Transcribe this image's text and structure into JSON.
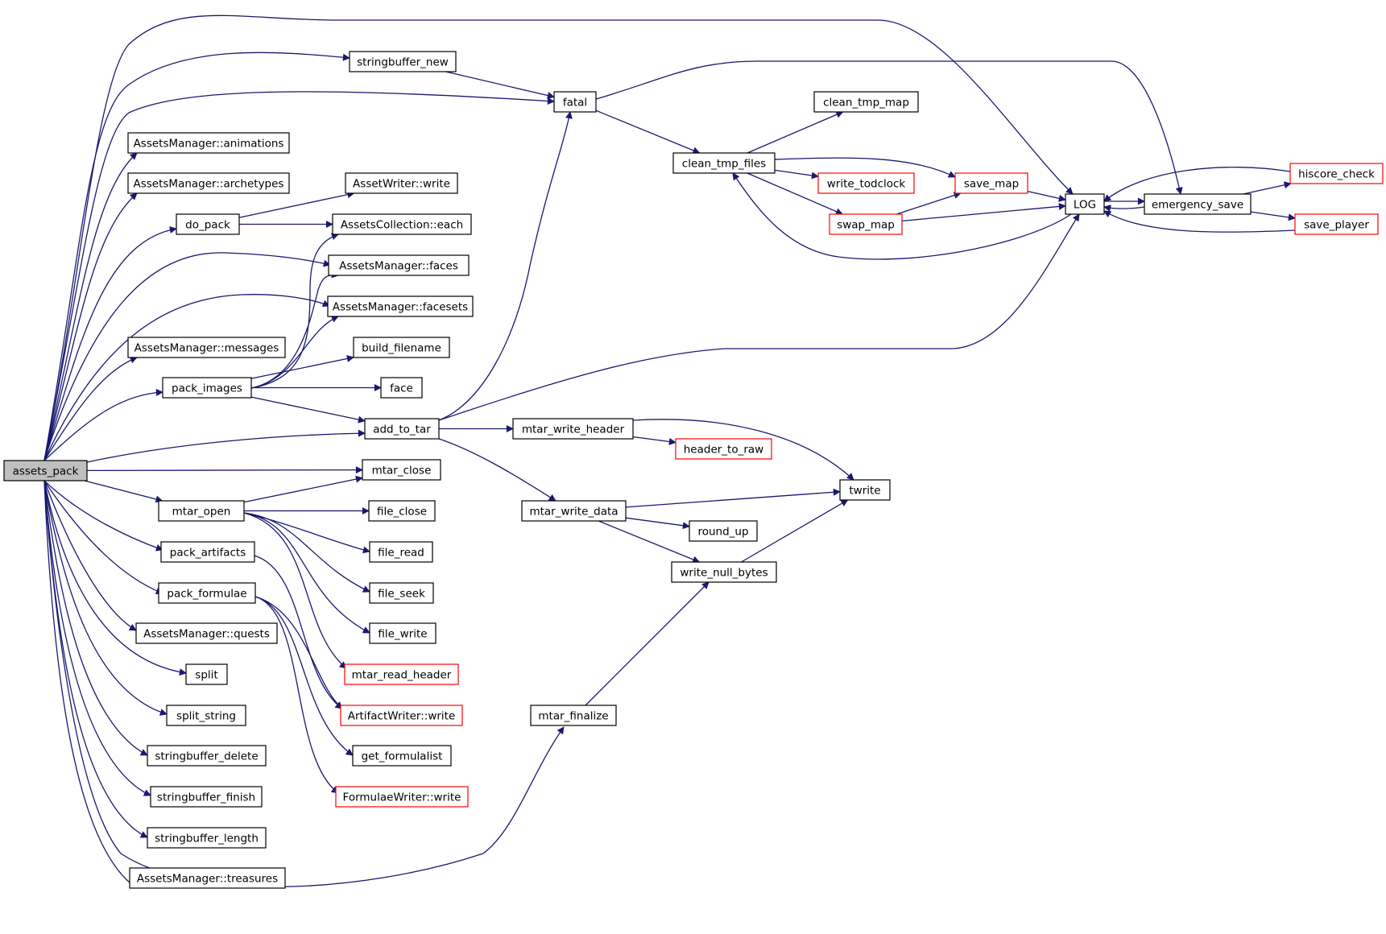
{
  "colors": {
    "edge": "#191970",
    "node_border": "#000000",
    "node_border_incomplete": "#ff0000",
    "root_fill": "#bfbfbf",
    "node_fill": "#ffffff"
  },
  "nodes": [
    {
      "id": "assets_pack",
      "label": "assets_pack",
      "root": true
    },
    {
      "id": "stringbuffer_new",
      "label": "stringbuffer_new"
    },
    {
      "id": "fatal",
      "label": "fatal"
    },
    {
      "id": "clean_tmp_map",
      "label": "clean_tmp_map"
    },
    {
      "id": "clean_tmp_files",
      "label": "clean_tmp_files"
    },
    {
      "id": "write_todclock",
      "label": "write_todclock",
      "incomplete": true
    },
    {
      "id": "save_map",
      "label": "save_map",
      "incomplete": true
    },
    {
      "id": "swap_map",
      "label": "swap_map",
      "incomplete": true
    },
    {
      "id": "LOG",
      "label": "LOG"
    },
    {
      "id": "emergency_save",
      "label": "emergency_save"
    },
    {
      "id": "hiscore_check",
      "label": "hiscore_check",
      "incomplete": true
    },
    {
      "id": "save_player",
      "label": "save_player",
      "incomplete": true
    },
    {
      "id": "am_animations",
      "label": "AssetsManager::animations"
    },
    {
      "id": "am_archetypes",
      "label": "AssetsManager::archetypes"
    },
    {
      "id": "do_pack",
      "label": "do_pack"
    },
    {
      "id": "assetwriter_write",
      "label": "AssetWriter::write"
    },
    {
      "id": "ac_each",
      "label": "AssetsCollection::each"
    },
    {
      "id": "am_faces",
      "label": "AssetsManager::faces"
    },
    {
      "id": "am_facesets",
      "label": "AssetsManager::facesets"
    },
    {
      "id": "am_messages",
      "label": "AssetsManager::messages"
    },
    {
      "id": "build_filename",
      "label": "build_filename"
    },
    {
      "id": "pack_images",
      "label": "pack_images"
    },
    {
      "id": "face",
      "label": "face"
    },
    {
      "id": "add_to_tar",
      "label": "add_to_tar"
    },
    {
      "id": "mtar_write_header",
      "label": "mtar_write_header"
    },
    {
      "id": "header_to_raw",
      "label": "header_to_raw",
      "incomplete": true
    },
    {
      "id": "mtar_close",
      "label": "mtar_close"
    },
    {
      "id": "twrite",
      "label": "twrite"
    },
    {
      "id": "mtar_open",
      "label": "mtar_open"
    },
    {
      "id": "mtar_write_data",
      "label": "mtar_write_data"
    },
    {
      "id": "file_close",
      "label": "file_close"
    },
    {
      "id": "round_up",
      "label": "round_up"
    },
    {
      "id": "pack_artifacts",
      "label": "pack_artifacts"
    },
    {
      "id": "file_read",
      "label": "file_read"
    },
    {
      "id": "write_null_bytes",
      "label": "write_null_bytes"
    },
    {
      "id": "pack_formulae",
      "label": "pack_formulae"
    },
    {
      "id": "file_seek",
      "label": "file_seek"
    },
    {
      "id": "am_quests",
      "label": "AssetsManager::quests"
    },
    {
      "id": "file_write",
      "label": "file_write"
    },
    {
      "id": "split",
      "label": "split"
    },
    {
      "id": "mtar_read_header",
      "label": "mtar_read_header",
      "incomplete": true
    },
    {
      "id": "split_string",
      "label": "split_string"
    },
    {
      "id": "artifactwriter_write",
      "label": "ArtifactWriter::write",
      "incomplete": true
    },
    {
      "id": "mtar_finalize",
      "label": "mtar_finalize"
    },
    {
      "id": "stringbuffer_delete",
      "label": "stringbuffer_delete"
    },
    {
      "id": "get_formulalist",
      "label": "get_formulalist"
    },
    {
      "id": "stringbuffer_finish",
      "label": "stringbuffer_finish"
    },
    {
      "id": "formulaewriter_write",
      "label": "FormulaeWriter::write",
      "incomplete": true
    },
    {
      "id": "stringbuffer_length",
      "label": "stringbuffer_length"
    },
    {
      "id": "am_treasures",
      "label": "AssetsManager::treasures"
    }
  ],
  "edges": [
    {
      "from": "assets_pack",
      "to": "stringbuffer_new"
    },
    {
      "from": "assets_pack",
      "to": "fatal"
    },
    {
      "from": "assets_pack",
      "to": "LOG"
    },
    {
      "from": "assets_pack",
      "to": "am_animations"
    },
    {
      "from": "assets_pack",
      "to": "am_archetypes"
    },
    {
      "from": "assets_pack",
      "to": "do_pack"
    },
    {
      "from": "assets_pack",
      "to": "am_faces"
    },
    {
      "from": "assets_pack",
      "to": "am_facesets"
    },
    {
      "from": "assets_pack",
      "to": "am_messages"
    },
    {
      "from": "assets_pack",
      "to": "pack_images"
    },
    {
      "from": "assets_pack",
      "to": "add_to_tar"
    },
    {
      "from": "assets_pack",
      "to": "mtar_close"
    },
    {
      "from": "assets_pack",
      "to": "mtar_open"
    },
    {
      "from": "assets_pack",
      "to": "pack_artifacts"
    },
    {
      "from": "assets_pack",
      "to": "pack_formulae"
    },
    {
      "from": "assets_pack",
      "to": "am_quests"
    },
    {
      "from": "assets_pack",
      "to": "split"
    },
    {
      "from": "assets_pack",
      "to": "split_string"
    },
    {
      "from": "assets_pack",
      "to": "stringbuffer_delete"
    },
    {
      "from": "assets_pack",
      "to": "stringbuffer_finish"
    },
    {
      "from": "assets_pack",
      "to": "stringbuffer_length"
    },
    {
      "from": "assets_pack",
      "to": "mtar_finalize"
    },
    {
      "from": "assets_pack",
      "to": "am_treasures"
    },
    {
      "from": "stringbuffer_new",
      "to": "fatal"
    },
    {
      "from": "fatal",
      "to": "clean_tmp_files"
    },
    {
      "from": "fatal",
      "to": "emergency_save"
    },
    {
      "from": "clean_tmp_files",
      "to": "clean_tmp_map"
    },
    {
      "from": "clean_tmp_files",
      "to": "write_todclock"
    },
    {
      "from": "clean_tmp_files",
      "to": "save_map"
    },
    {
      "from": "clean_tmp_files",
      "to": "swap_map"
    },
    {
      "from": "swap_map",
      "to": "save_map"
    },
    {
      "from": "swap_map",
      "to": "LOG"
    },
    {
      "from": "save_map",
      "to": "LOG"
    },
    {
      "from": "LOG",
      "to": "clean_tmp_files"
    },
    {
      "from": "LOG",
      "to": "emergency_save"
    },
    {
      "from": "emergency_save",
      "to": "LOG"
    },
    {
      "from": "emergency_save",
      "to": "hiscore_check"
    },
    {
      "from": "emergency_save",
      "to": "save_player"
    },
    {
      "from": "hiscore_check",
      "to": "LOG"
    },
    {
      "from": "save_player",
      "to": "LOG"
    },
    {
      "from": "do_pack",
      "to": "assetwriter_write"
    },
    {
      "from": "do_pack",
      "to": "ac_each"
    },
    {
      "from": "pack_images",
      "to": "ac_each"
    },
    {
      "from": "pack_images",
      "to": "am_faces"
    },
    {
      "from": "pack_images",
      "to": "am_facesets"
    },
    {
      "from": "pack_images",
      "to": "build_filename"
    },
    {
      "from": "pack_images",
      "to": "face"
    },
    {
      "from": "pack_images",
      "to": "add_to_tar"
    },
    {
      "from": "add_to_tar",
      "to": "fatal"
    },
    {
      "from": "add_to_tar",
      "to": "LOG"
    },
    {
      "from": "add_to_tar",
      "to": "mtar_write_header"
    },
    {
      "from": "add_to_tar",
      "to": "mtar_write_data"
    },
    {
      "from": "mtar_write_header",
      "to": "header_to_raw"
    },
    {
      "from": "mtar_write_header",
      "to": "twrite"
    },
    {
      "from": "mtar_write_data",
      "to": "twrite"
    },
    {
      "from": "mtar_write_data",
      "to": "round_up"
    },
    {
      "from": "mtar_write_data",
      "to": "write_null_bytes"
    },
    {
      "from": "write_null_bytes",
      "to": "twrite"
    },
    {
      "from": "mtar_finalize",
      "to": "write_null_bytes"
    },
    {
      "from": "mtar_open",
      "to": "mtar_close"
    },
    {
      "from": "mtar_open",
      "to": "file_close"
    },
    {
      "from": "mtar_open",
      "to": "file_read"
    },
    {
      "from": "mtar_open",
      "to": "file_seek"
    },
    {
      "from": "mtar_open",
      "to": "file_write"
    },
    {
      "from": "mtar_open",
      "to": "mtar_read_header"
    },
    {
      "from": "pack_artifacts",
      "to": "artifactwriter_write"
    },
    {
      "from": "pack_formulae",
      "to": "artifactwriter_write"
    },
    {
      "from": "pack_formulae",
      "to": "get_formulalist"
    },
    {
      "from": "pack_formulae",
      "to": "formulaewriter_write"
    }
  ]
}
